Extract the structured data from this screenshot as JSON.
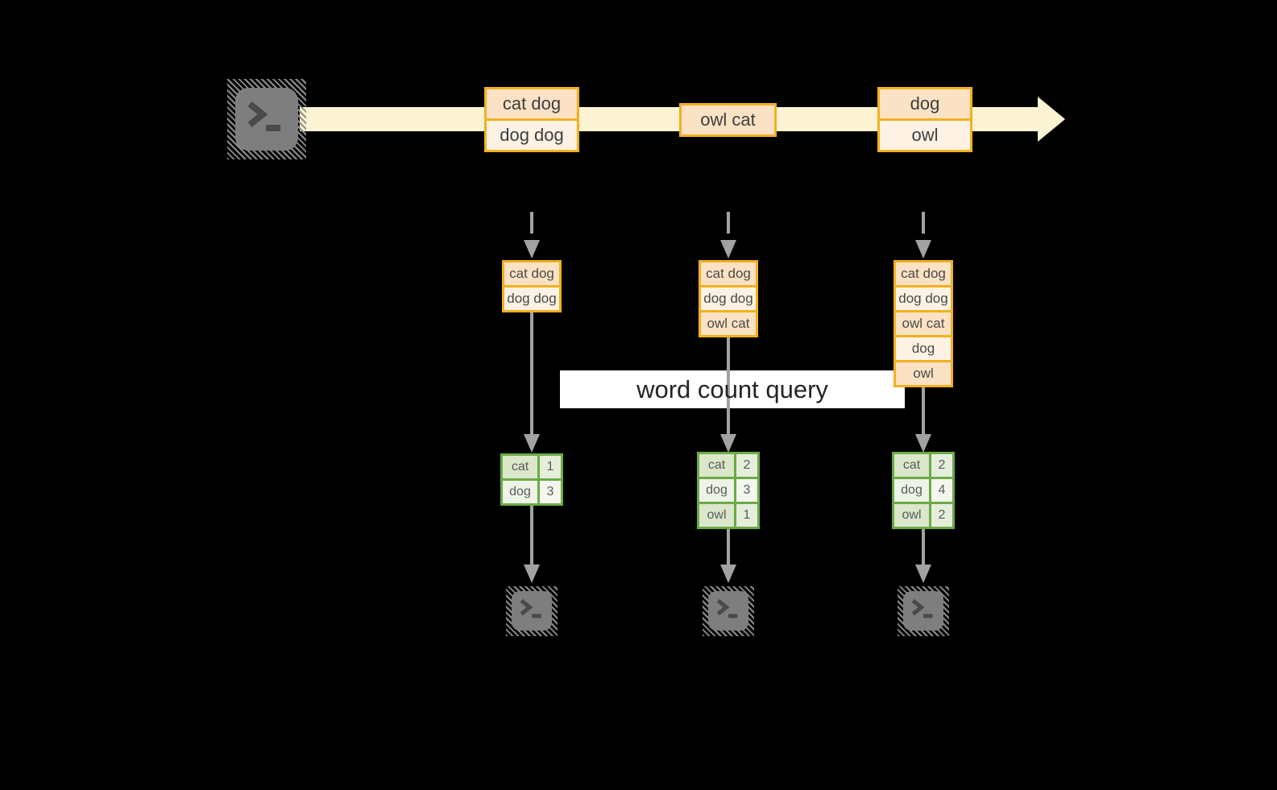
{
  "query": {
    "label": "word count query"
  },
  "stream": {
    "batches": [
      {
        "lines": [
          "cat dog",
          "dog dog"
        ]
      },
      {
        "lines": [
          "owl cat"
        ]
      },
      {
        "lines": [
          "dog",
          "owl"
        ]
      }
    ]
  },
  "columns": [
    {
      "input": [
        "cat dog",
        "dog dog"
      ],
      "result": [
        {
          "word": "cat",
          "count": "1"
        },
        {
          "word": "dog",
          "count": "3"
        }
      ]
    },
    {
      "input": [
        "cat dog",
        "dog dog",
        "owl cat"
      ],
      "result": [
        {
          "word": "cat",
          "count": "2"
        },
        {
          "word": "dog",
          "count": "3"
        },
        {
          "word": "owl",
          "count": "1"
        }
      ]
    },
    {
      "input": [
        "cat dog",
        "dog dog",
        "owl cat",
        "dog",
        "owl"
      ],
      "result": [
        {
          "word": "cat",
          "count": "2"
        },
        {
          "word": "dog",
          "count": "4"
        },
        {
          "word": "owl",
          "count": "2"
        }
      ]
    }
  ],
  "icons": {
    "source": "terminal-icon",
    "sinks": [
      "terminal-icon",
      "terminal-icon",
      "terminal-icon"
    ],
    "stream_arrow": "right-arrow",
    "flow_arrow": "down-arrow"
  },
  "colors": {
    "background": "#000000",
    "stream_band": "#FCF3D2",
    "orange_border": "#F3B01F",
    "fill_peach": "#FBE2C4",
    "fill_cream": "#FDF2E4",
    "green_border": "#6CAA45",
    "green_dark": "#DAE7CA",
    "green_light": "#EEF3E7",
    "arrow_gray": "#A2A2A2",
    "terminal_gray": "#7E7E7E",
    "label_bg": "#FFFFFF"
  }
}
